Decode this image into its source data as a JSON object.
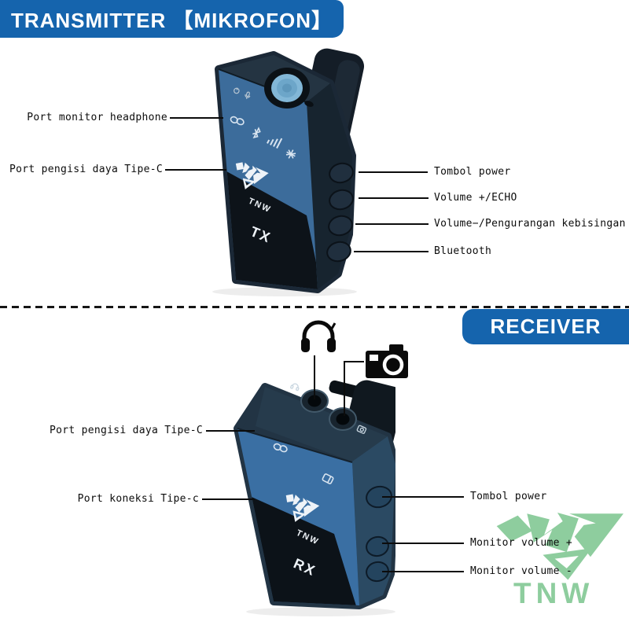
{
  "transmitter": {
    "banner": "TRANSMITTER 【MIKROFON】",
    "left_labels": [
      "Port monitor headphone",
      "Port pengisi daya Tipe-C"
    ],
    "right_labels": [
      "Tombol power",
      "Volume +/ECHO",
      "Volume−/Pengurangan kebisingan",
      "Bluetooth"
    ],
    "device": {
      "brand": "TNW",
      "screen_label": "TX",
      "front_icons": [
        "link-icon",
        "bluetooth-icon",
        "signal-bars-icon",
        "noise-reduction-icon"
      ],
      "top_icons": [
        "power-icon",
        "mic-icon"
      ]
    }
  },
  "receiver": {
    "banner": "RECEIVER",
    "left_labels": [
      "Port pengisi daya Tipe-C",
      "Port koneksi Tipe-c"
    ],
    "right_labels": [
      "Tombol power",
      "Monitor volume +",
      "Monitor volume -"
    ],
    "top_icons": [
      "headphones-icon",
      "camera-icon"
    ],
    "device": {
      "brand": "TNW",
      "screen_label": "RX",
      "front_icons": [
        "link-icon",
        "display-icon"
      ]
    }
  },
  "watermark": {
    "text": "TNW",
    "color": "#8ecd9e"
  },
  "colors": {
    "banner_blue": "#1564ad",
    "transmitter_front_blue": "#3c6c9b",
    "receiver_front_blue": "#3a6fa3",
    "body_dark": "#1b2836",
    "label_text": "#0c0c0c",
    "watermark_green": "#8ecd9e"
  }
}
